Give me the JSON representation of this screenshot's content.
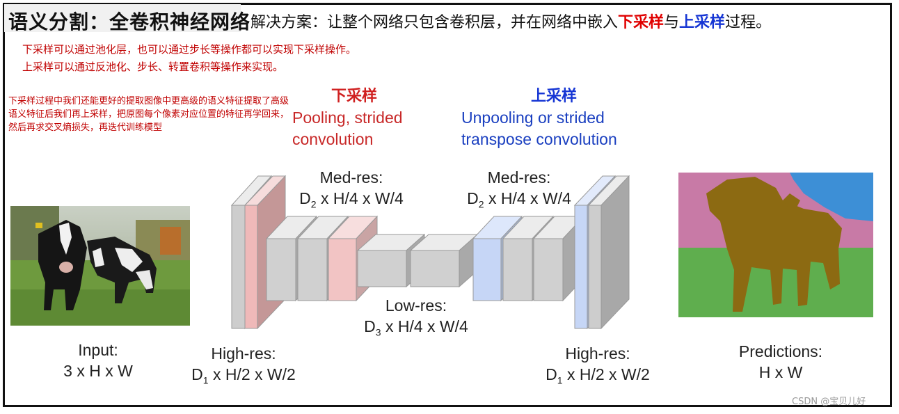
{
  "header": {
    "title": "语义分割：全卷积神经网络",
    "subtitle_pre": "解决方案：让整个网络只包含卷积层，并在网络中嵌入",
    "subtitle_down": "下采样",
    "subtitle_mid": "与",
    "subtitle_up": "上采样",
    "subtitle_post": "过程。"
  },
  "notes": {
    "line1": "下采样可以通过池化层，也可以通过步长等操作都可以实现下采样操作。",
    "line2": "上采样可以通过反池化、步长、转置卷积等操作来实现。",
    "side": "下采样过程中我们还能更好的提取图像中更高级的语义特征提取了高级语义特征后我们再上采样，把原图每个像素对应位置的特征再学回来，然后再求交叉熵损失，再迭代训练模型"
  },
  "downsampling": {
    "heading": "下采样",
    "line1": "Pooling, strided",
    "line2": "convolution"
  },
  "upsampling": {
    "heading": "上采样",
    "line1": "Unpooling or strided",
    "line2": "transpose convolution"
  },
  "labels": {
    "input": {
      "line1": "Input:",
      "line2": "3 x H x W"
    },
    "high_res_left": {
      "line1": "High-res:",
      "d": "D",
      "sub": "1",
      "rest": " x H/2 x W/2"
    },
    "med_res_left": {
      "line1": "Med-res:",
      "d": "D",
      "sub": "2",
      "rest": " x H/4 x W/4"
    },
    "low_res": {
      "line1": "Low-res:",
      "d": "D",
      "sub": "3",
      "rest": " x H/4 x W/4"
    },
    "med_res_right": {
      "line1": "Med-res:",
      "d": "D",
      "sub": "2",
      "rest": " x H/4 x W/4"
    },
    "high_res_right": {
      "line1": "High-res:",
      "d": "D",
      "sub": "1",
      "rest": " x H/2 x W/2"
    },
    "predictions": {
      "line1": "Predictions:",
      "line2": "H x W"
    }
  },
  "colors": {
    "down_accent": "#e00000",
    "up_accent": "#1535d4",
    "block_gray": "#cfcfcf",
    "block_pink": "#f2c4c4",
    "block_blue": "#c6d6f6"
  },
  "watermark": "CSDN @宝贝儿好"
}
